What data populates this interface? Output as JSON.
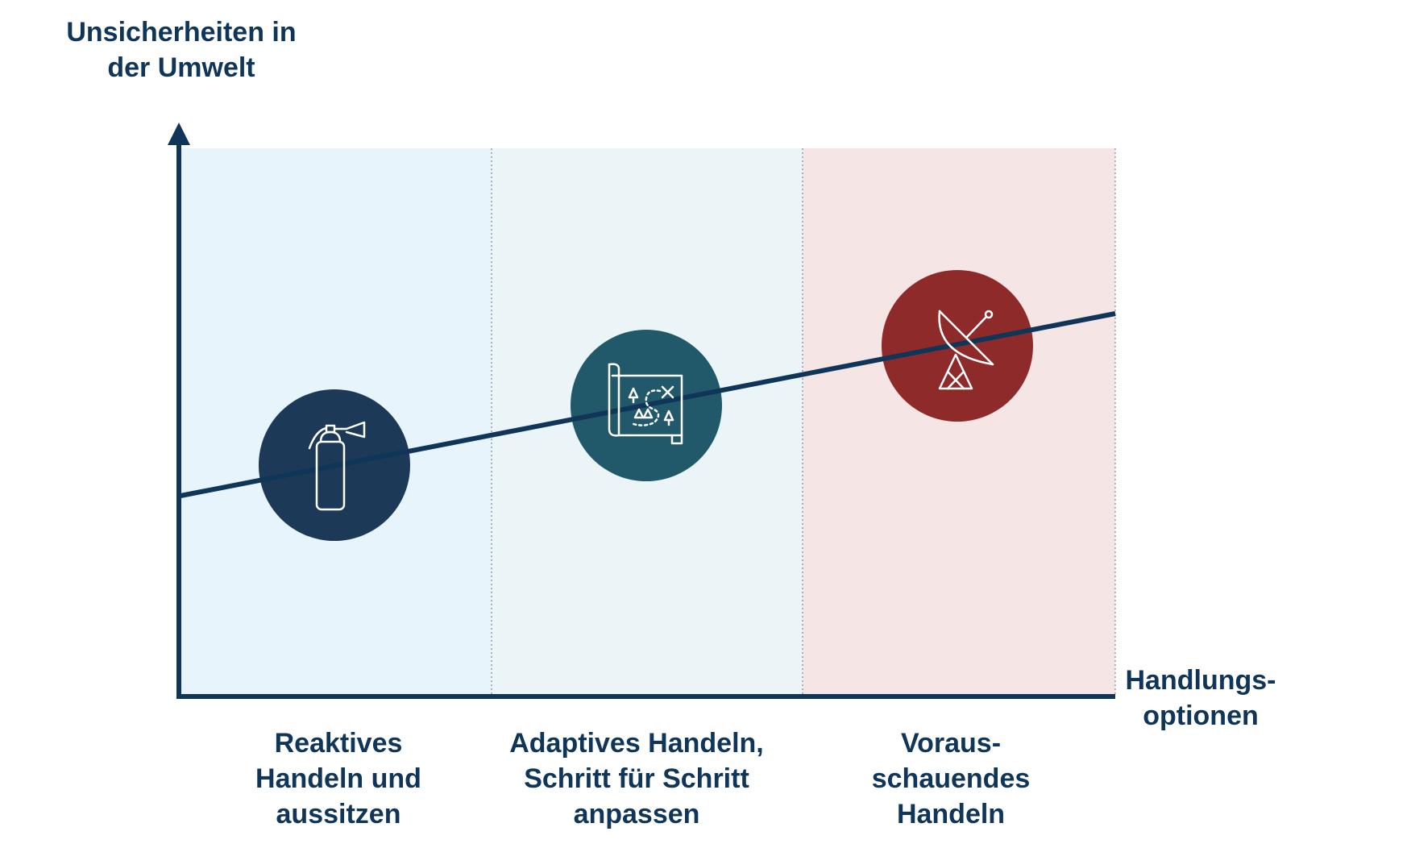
{
  "y_axis_label": "Unsicherheiten in\nder Umwelt",
  "x_axis_label": "Handlungs-\noptionen",
  "zones": [
    {
      "label": "Reaktives\nHandeln und\naussitzen",
      "fill": "#e8f4fc",
      "circle_color": "#1c3a57",
      "icon": "fire-extinguisher-icon"
    },
    {
      "label": "Adaptives Handeln,\nSchritt für Schritt\nanpassen",
      "fill": "#ebf5f7",
      "circle_color": "#21596b",
      "icon": "treasure-map-icon"
    },
    {
      "label": "Voraus-\nschauendes\nHandeln",
      "fill": "#f6e5e5",
      "circle_color": "#8f2a2b",
      "icon": "satellite-dish-icon"
    }
  ],
  "colors": {
    "axis": "#0f3559",
    "trend_line": "#0f3559",
    "divider": "#8fa0b4"
  }
}
